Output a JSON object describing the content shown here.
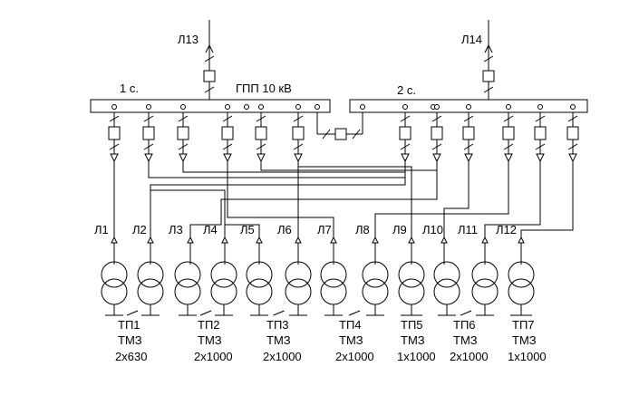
{
  "diagram": {
    "section1_label": "1 с.",
    "section2_label": "2 с.",
    "substation_label": "ГПП 10 кВ",
    "incoming": [
      {
        "label": "Л13"
      },
      {
        "label": "Л14"
      }
    ],
    "lines": [
      "Л1",
      "Л2",
      "Л3",
      "Л4",
      "Л5",
      "Л6",
      "Л7",
      "Л8",
      "Л9",
      "Л10",
      "Л11",
      "Л12"
    ],
    "substations": [
      {
        "name": "ТП1",
        "type": "ТМЗ",
        "rating": "2х630"
      },
      {
        "name": "ТП2",
        "type": "ТМЗ",
        "rating": "2х1000"
      },
      {
        "name": "ТП3",
        "type": "ТМЗ",
        "rating": "2х1000"
      },
      {
        "name": "ТП4",
        "type": "ТМЗ",
        "rating": "2х1000"
      },
      {
        "name": "ТП5",
        "type": "ТМЗ",
        "rating": "1х1000"
      },
      {
        "name": "ТП6",
        "type": "ТМЗ",
        "rating": "2х1000"
      },
      {
        "name": "ТП7",
        "type": "ТМЗ",
        "rating": "1х1000"
      }
    ]
  }
}
